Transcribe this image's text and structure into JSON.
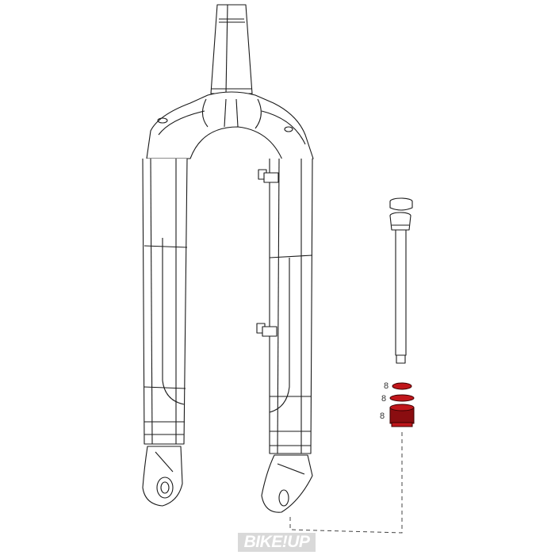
{
  "diagram": {
    "type": "exploded-parts-view",
    "subject": "suspension fork",
    "components": [
      {
        "name": "steerer-tube"
      },
      {
        "name": "crown"
      },
      {
        "name": "left-upper-leg"
      },
      {
        "name": "right-upper-leg"
      },
      {
        "name": "brake-hose-guide-upper"
      },
      {
        "name": "brake-hose-guide-lower"
      },
      {
        "name": "left-dropout"
      },
      {
        "name": "right-dropout"
      },
      {
        "name": "top-cap"
      },
      {
        "name": "damper-seal-head"
      },
      {
        "name": "damper-shaft"
      },
      {
        "name": "seal-ring-1",
        "highlighted": true,
        "callout": "8"
      },
      {
        "name": "seal-ring-2",
        "highlighted": true,
        "callout": "8"
      },
      {
        "name": "bottom-nut",
        "highlighted": true,
        "callout": "8"
      }
    ],
    "callouts": [
      "8",
      "8",
      "8"
    ],
    "highlight_color": "#c0161b"
  },
  "watermark": {
    "text": "BIKE!UP"
  }
}
